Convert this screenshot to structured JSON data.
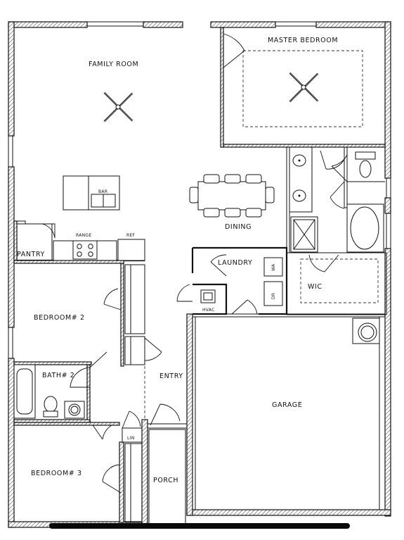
{
  "rooms": {
    "family_room": "FAMILY ROOM",
    "master_bedroom": "MASTER BEDROOM",
    "dining": "DINING",
    "laundry": "LAUNDRY",
    "pantry": "PANTRY",
    "range": "RANGE",
    "ref": "REF",
    "bedroom2": "BEDROOM# 2",
    "bath2": "BATH# 2",
    "wic": "WIC",
    "hvac": "HVAC",
    "entry": "ENTRY",
    "garage": "GARAGE",
    "lin": "LIN",
    "bedroom3": "BEDROOM# 3",
    "porch": "PORCH",
    "washer": "WA",
    "dryer": "DR"
  },
  "icons": [
    "ceiling-fan-icon",
    "sink-icon",
    "toilet-icon",
    "bathtub-icon",
    "shower-icon",
    "stove-icon",
    "water-heater-icon"
  ],
  "colors": {
    "line": "#111111",
    "background": "#ffffff",
    "home_indicator": "#0a0a0a"
  }
}
